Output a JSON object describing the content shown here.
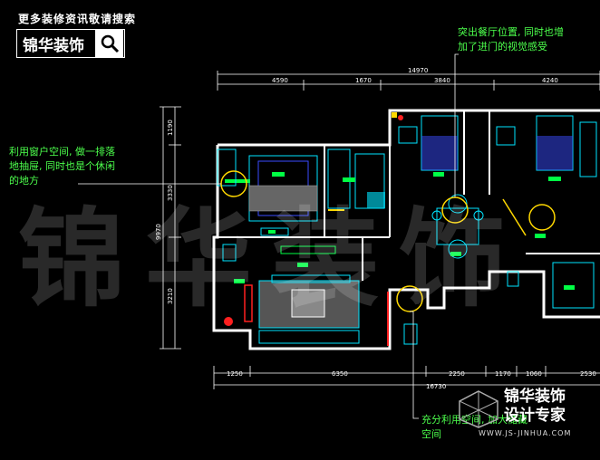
{
  "header": {
    "tagline": "更多装修资讯敬请搜索",
    "logo_text": "锦华装饰"
  },
  "notes": {
    "note1": [
      "突出餐厅位置, 同时也增",
      "加了进门的视觉感受"
    ],
    "note2": [
      "利用窗户空间, 做一排落",
      "地抽屉, 同时也是个休闲",
      "的地方"
    ],
    "note3": [
      "充分利用空间, 加大储藏",
      "空间"
    ]
  },
  "watermark": "锦华装饰",
  "brand": {
    "line1": "锦华装饰",
    "line2": "设计专家",
    "url": "WWW.JS-JINHUA.COM"
  },
  "dimensions": {
    "top_total": "14970",
    "top_segments": [
      "4590",
      "1670",
      "3840",
      "4240"
    ],
    "left_segments": [
      "1190",
      "3330",
      "3210"
    ],
    "left_total": "9970",
    "bottom_segments": [
      "1250",
      "6350",
      "2250",
      "1170",
      "1060",
      "2530"
    ],
    "bottom_total": "16730"
  },
  "colors": {
    "background": "#000000",
    "note_text": "#4cff4c",
    "wall": "#ffffff",
    "furniture": "#00e5ff",
    "accent_red": "#ff2020",
    "accent_yellow": "#ffd800",
    "bed_blue": "#3a4cff"
  },
  "icons": [
    "search-icon",
    "magnifier-icon"
  ]
}
